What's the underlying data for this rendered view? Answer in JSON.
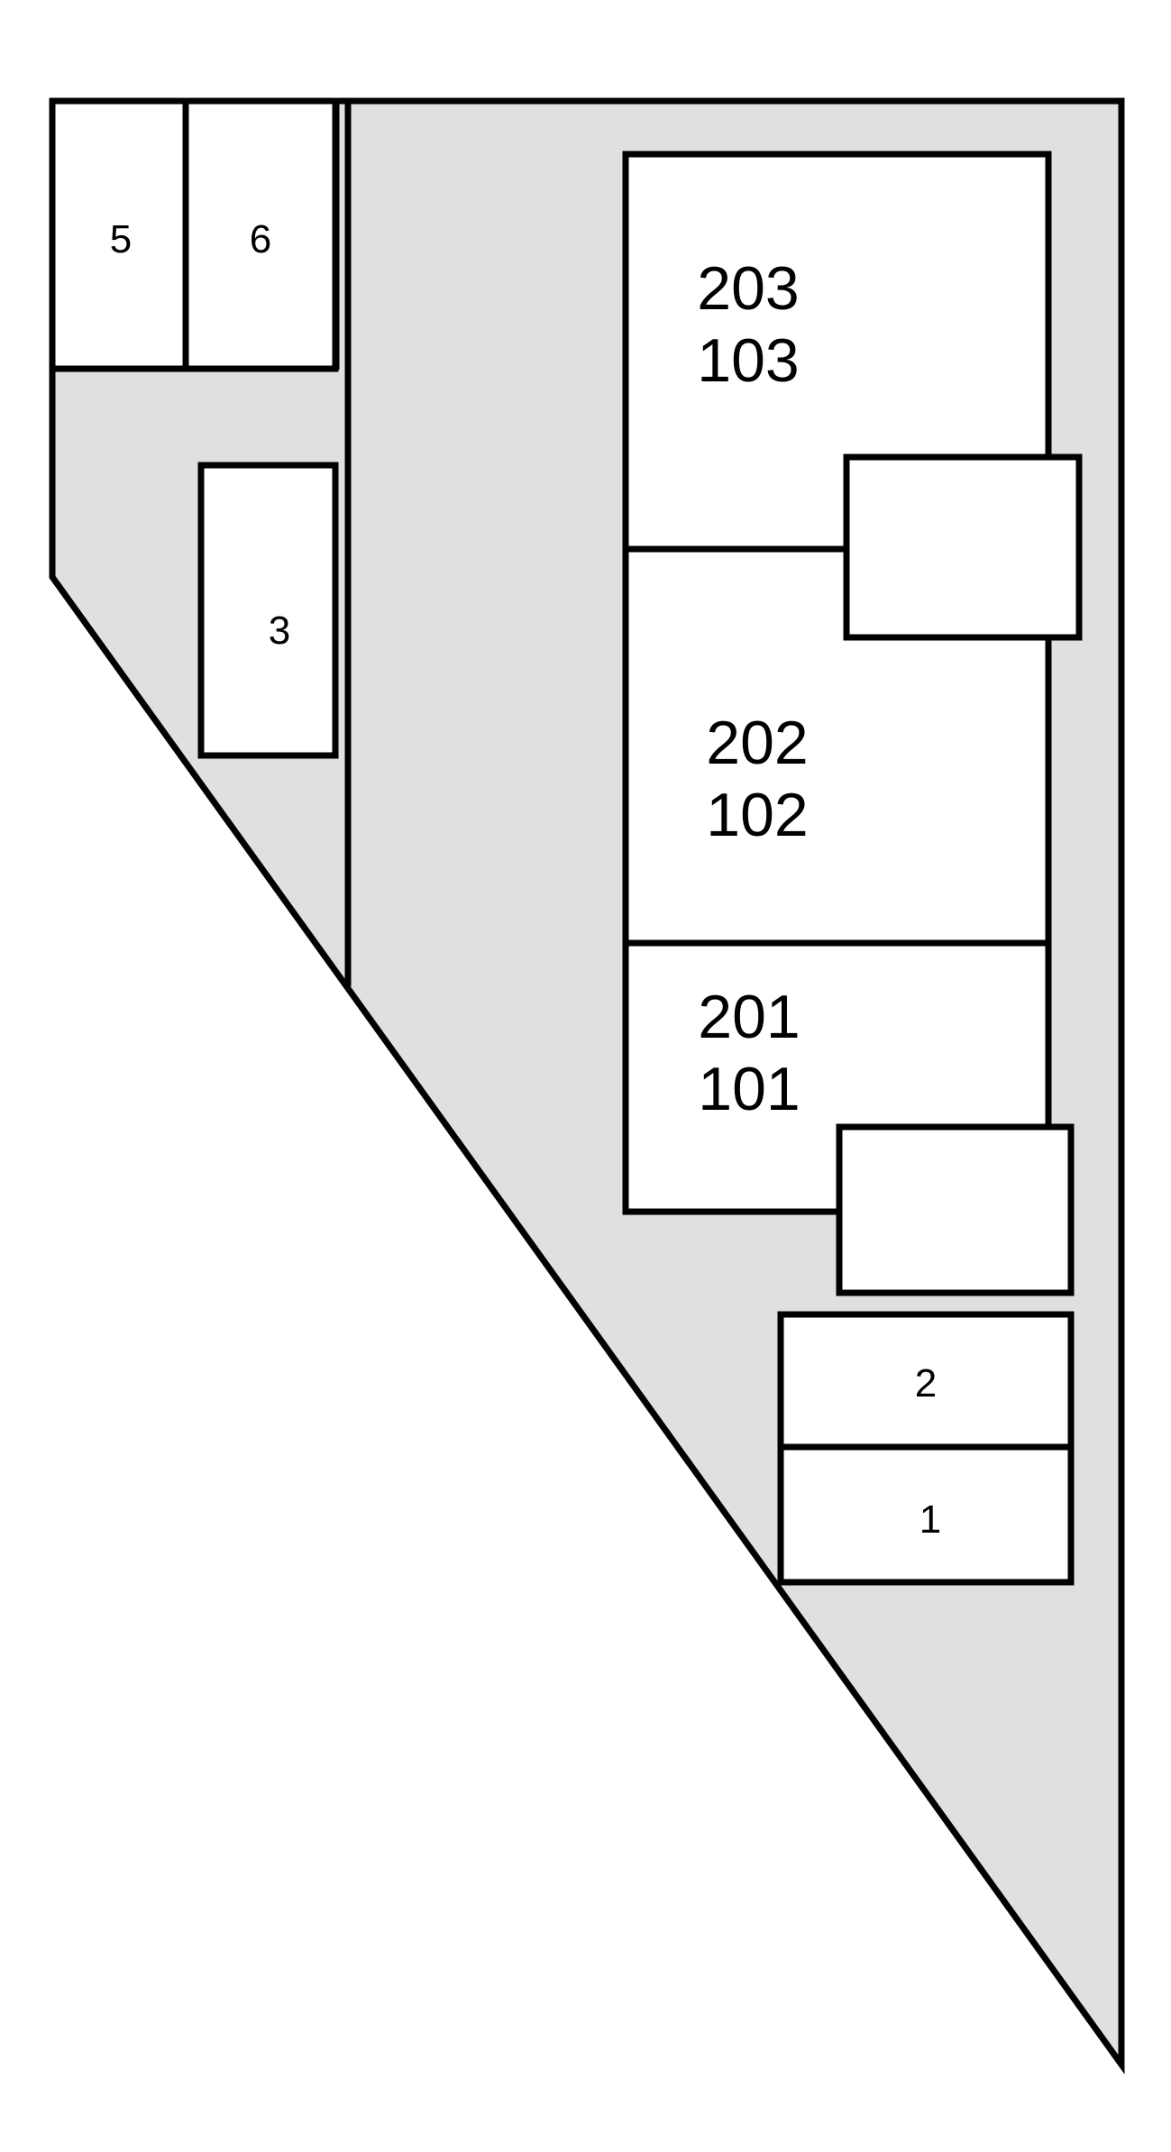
{
  "colors": {
    "site": "#e0e0e0",
    "room": "#ffffff",
    "outline": "#000000"
  },
  "parking": {
    "space_5": "5",
    "space_6": "6",
    "space_3": "3",
    "space_2": "2",
    "space_1": "1"
  },
  "building": {
    "unit_top": {
      "upper": "203",
      "lower": "103"
    },
    "unit_middle": {
      "upper": "202",
      "lower": "102"
    },
    "unit_bottom": {
      "upper": "201",
      "lower": "101"
    }
  }
}
